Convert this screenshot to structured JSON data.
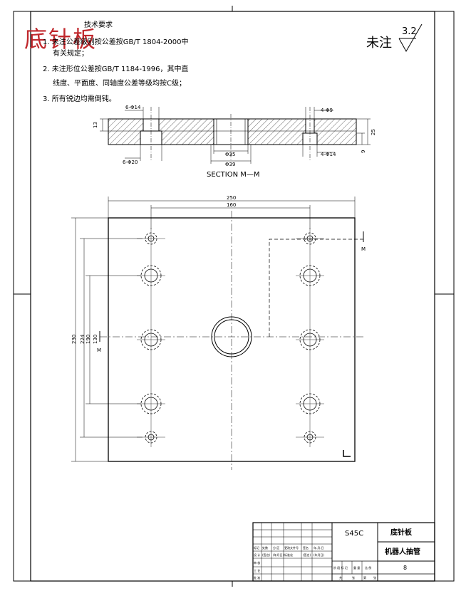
{
  "stamp": "底针板",
  "tech_req": {
    "heading": "技术要求",
    "item1a": "1. 未注公差级别按公差按GB/T 1804-2000中",
    "item1b": "有关规定；",
    "item2a": "2. 未注形位公差按GB/T 1184-1996，其中直",
    "item2b": "线度、平面度、同轴度公差等级均按C级；",
    "item3": "3. 所有锐边均需倒钝。"
  },
  "surface_note": {
    "label": "未注",
    "roughness": "3.2"
  },
  "section": {
    "title": "SECTION M—M",
    "dims": {
      "top_left": "6-Φ14",
      "top_right": "4-Φ9",
      "bottom_left": "6-Φ20",
      "bottom_right": "4-Φ14",
      "center_top": "Φ35",
      "center_bottom": "Φ39",
      "left_height": "13",
      "right_height": "25",
      "right_lower": "9"
    }
  },
  "plan": {
    "width": "250",
    "hole_span": "160",
    "height": "230",
    "v1": "224",
    "v2": "190",
    "v3": "130",
    "section_mark": "M"
  },
  "title_block": {
    "material": "S45C",
    "part_name": "底针板",
    "assembly": "机器人抽管",
    "sheet": "8",
    "row_labels": [
      "标记",
      "处数",
      "分 区",
      "更改文件号",
      "签名",
      "年.月.日"
    ],
    "row2": [
      "设 计",
      "(签名)",
      "(年月日)",
      "标准化",
      "(签名)",
      "(年月日)"
    ],
    "row3": [
      "审 核",
      "工 艺",
      "批 准"
    ],
    "stage": [
      "阶 段 标 记",
      "重 量",
      "比 例"
    ],
    "footer": [
      "共",
      "张",
      "第",
      "张"
    ]
  }
}
